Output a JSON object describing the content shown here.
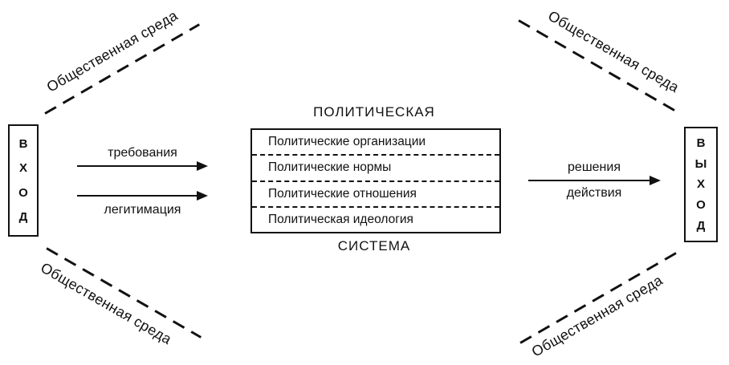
{
  "diagram": {
    "environment_label": "Общественная среда",
    "input": {
      "letters": [
        "В",
        "Х",
        "О",
        "Д"
      ]
    },
    "output": {
      "letters": [
        "В",
        "Ы",
        "Х",
        "О",
        "Д"
      ]
    },
    "system": {
      "title_line1": "ПОЛИТИЧЕСКАЯ",
      "title_line2": "СИСТЕМА",
      "rows": [
        "Политические организации",
        "Политические нормы",
        "Политические отношения",
        "Политическая идеология"
      ]
    },
    "input_arrows": {
      "top": "требования",
      "bottom": "легитимация"
    },
    "output_arrow": {
      "line1": "решения",
      "line2": "действия"
    },
    "colors": {
      "ink": "#111111",
      "background": "#ffffff"
    }
  }
}
